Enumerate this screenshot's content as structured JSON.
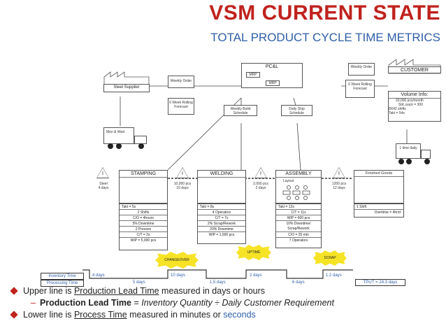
{
  "title": "VSM CURRENT STATE",
  "subtitle": "TOTAL PRODUCT CYCLE TIME METRICS",
  "control": {
    "name": "PC&L",
    "mrp": "MRP",
    "mrp2": "MRP",
    "weekly_build": "Weekly Build Schedule",
    "daily_ship": "Daily Ship Schedule"
  },
  "supplier": {
    "name": "Steel Supplier",
    "weekly_order": "Weekly Order",
    "forecast": "6 Week Rolling Forecast",
    "delivery": "Mon & Wed"
  },
  "customer": {
    "name": "CUSTOMER",
    "weekly_order": "Weekly Order",
    "forecast": "6 Week Rolling Forecast",
    "delivery": "1 time daily",
    "info_title": "Volume Info:",
    "info_lines": [
      "20,000 pcs/month",
      "Std. pack = 300",
      "8X42 shifts",
      "Takt = 54s"
    ]
  },
  "inventory": [
    {
      "label": "I",
      "value": "Steel\n4 days"
    },
    {
      "label": "I",
      "value": "10,000 pcs\n10 days"
    },
    {
      "label": "I",
      "value": "2,000 pcs\n2 days"
    },
    {
      "label": "I",
      "value": "1200 pcs\n12 days"
    }
  ],
  "processes": [
    {
      "name": "STAMPING",
      "cells": [
        "Takt = 5s",
        "2 Shifts",
        "C/O = 4hours",
        "5% Downtime",
        "2 Presses",
        "C/T = 2s",
        "WIP = 5,000 pcs"
      ]
    },
    {
      "name": "WELDING",
      "cells": [
        "Takt = 8s",
        "4 Operators",
        "C/T = 7s",
        "2% Scrap/Rework",
        "20% Downtime",
        "WIP = 1,500 pcs"
      ]
    },
    {
      "name": "ASSEMBLY",
      "layout": "Layout",
      "cells": [
        "Takt = 12s",
        "C/T = 11s",
        "WIP = 600 pcs",
        "10% Downtime/ Scrap/Rework",
        "C/O = 25 min",
        "7 Operators"
      ]
    }
  ],
  "finished": {
    "name": "Finished Goods",
    "shift": "1 Shift",
    "overtime": "Overtime = 4hr/d"
  },
  "kaizen": {
    "changeover": "CHANGEOVER",
    "uptime": "UPTIME",
    "scrap": "SCRAP"
  },
  "timeline": {
    "inventory_label": "Inventory Time",
    "processing_label": "Processing Time",
    "lead_times": [
      "4 days",
      "10 days",
      "2 days",
      "1.2 days"
    ],
    "process_times": [
      "5 days",
      "1.5 days",
      "6 days"
    ],
    "total": "TPc/T = 24.3 days"
  },
  "bullets": {
    "b1_pre": "Upper line is ",
    "b1_u": "Production Lead Time",
    "b1_post": " measured in days or hours",
    "b2_bold": "Production Lead Time",
    "b2_eq": " = ",
    "b2_it": "Inventory Quantity ÷ Daily Customer Requirement",
    "b3_pre": "Lower line is ",
    "b3_u": "Process Time",
    "b3_mid": " measured in minutes or ",
    "b3_sec": "seconds"
  }
}
